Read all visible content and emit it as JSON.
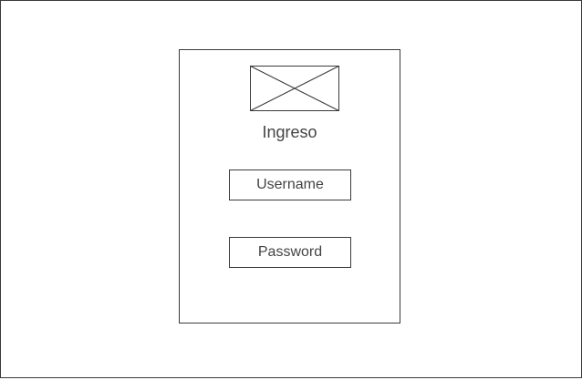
{
  "login": {
    "title": "Ingreso",
    "username_label": "Username",
    "password_label": "Password"
  },
  "icons": {
    "logo": "image-placeholder-icon"
  },
  "colors": {
    "stroke": "#3a3a3a",
    "text": "#444444",
    "background": "#ffffff"
  }
}
